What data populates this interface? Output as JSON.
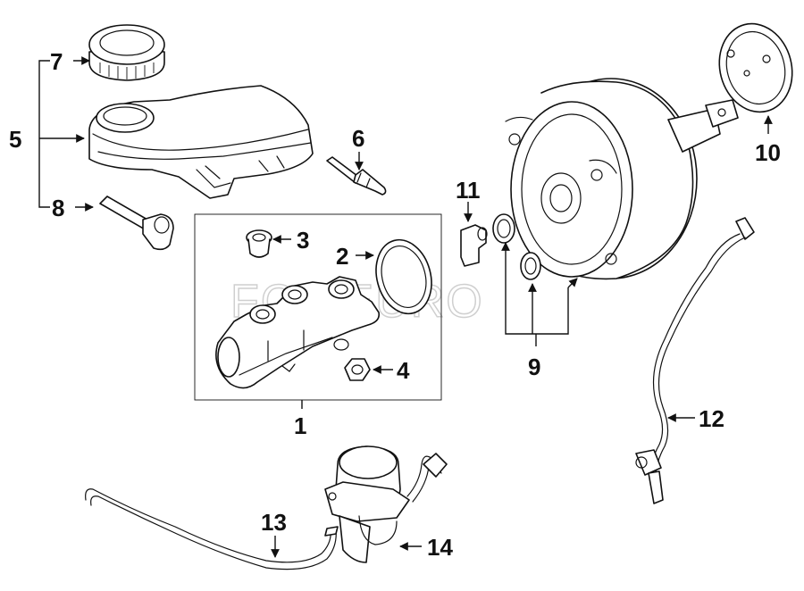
{
  "watermark": {
    "text": "FCP EURO"
  },
  "callouts": [
    {
      "id": "1",
      "label": "1"
    },
    {
      "id": "2",
      "label": "2"
    },
    {
      "id": "3",
      "label": "3"
    },
    {
      "id": "4",
      "label": "4"
    },
    {
      "id": "5",
      "label": "5"
    },
    {
      "id": "6",
      "label": "6"
    },
    {
      "id": "7",
      "label": "7"
    },
    {
      "id": "8",
      "label": "8"
    },
    {
      "id": "9",
      "label": "9"
    },
    {
      "id": "10",
      "label": "10"
    },
    {
      "id": "11",
      "label": "11"
    },
    {
      "id": "12",
      "label": "12"
    },
    {
      "id": "13",
      "label": "13"
    },
    {
      "id": "14",
      "label": "14"
    }
  ]
}
